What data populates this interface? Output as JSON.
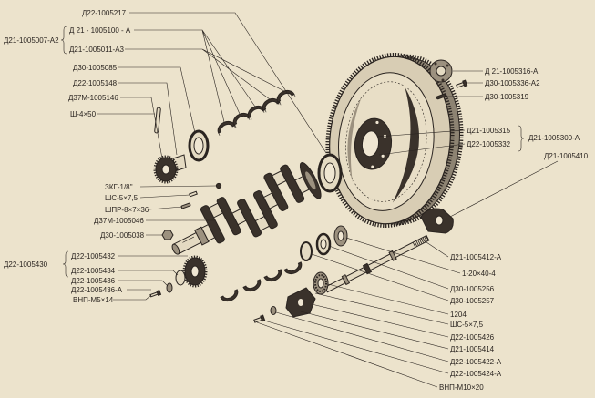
{
  "callouts": {
    "top_left": [
      "Д22-1005217",
      "Д 21 - 1005100 - А",
      "Д21-1005011-А3",
      "Д30-1005085",
      "Д22-1005148",
      "Д37М-1005146",
      "Ш-4×50"
    ],
    "mid_left": [
      "ЗКГ-1/8''",
      "ШС-5×7,5",
      "ШПР-8×7×36",
      "Д37М-1005046",
      "Д30-1005038"
    ],
    "bottom_left": [
      "Д22-1005432",
      "Д22-1005434",
      "Д22-1005436",
      "Д22-1005436-А",
      "ВНП-М5×14"
    ],
    "top_right": [
      "Д 21-1005316-А",
      "Д30-1005336-А2",
      "Д30-1005319",
      "Д21-1005315",
      "Д22-1005332",
      "Д21-1005410"
    ],
    "bottom_right": [
      "Д21-1005412-А",
      "1-20×40-4",
      "Д30-1005256",
      "Д30-1005257",
      "1204",
      "ШС-5×7,5",
      "Д22-1005426",
      "Д21-1005414",
      "Д22-1005422-А",
      "Д22-1005424-А",
      "ВНП-М10×20"
    ]
  },
  "assemblies": {
    "crankshaft_group": "Д21-1005007-А2",
    "gear_group": "Д22-1005430",
    "flywheel_group": "Д21-1005300-А"
  },
  "colors": {
    "paper": "#ece3cc",
    "ink": "#2a2420"
  }
}
